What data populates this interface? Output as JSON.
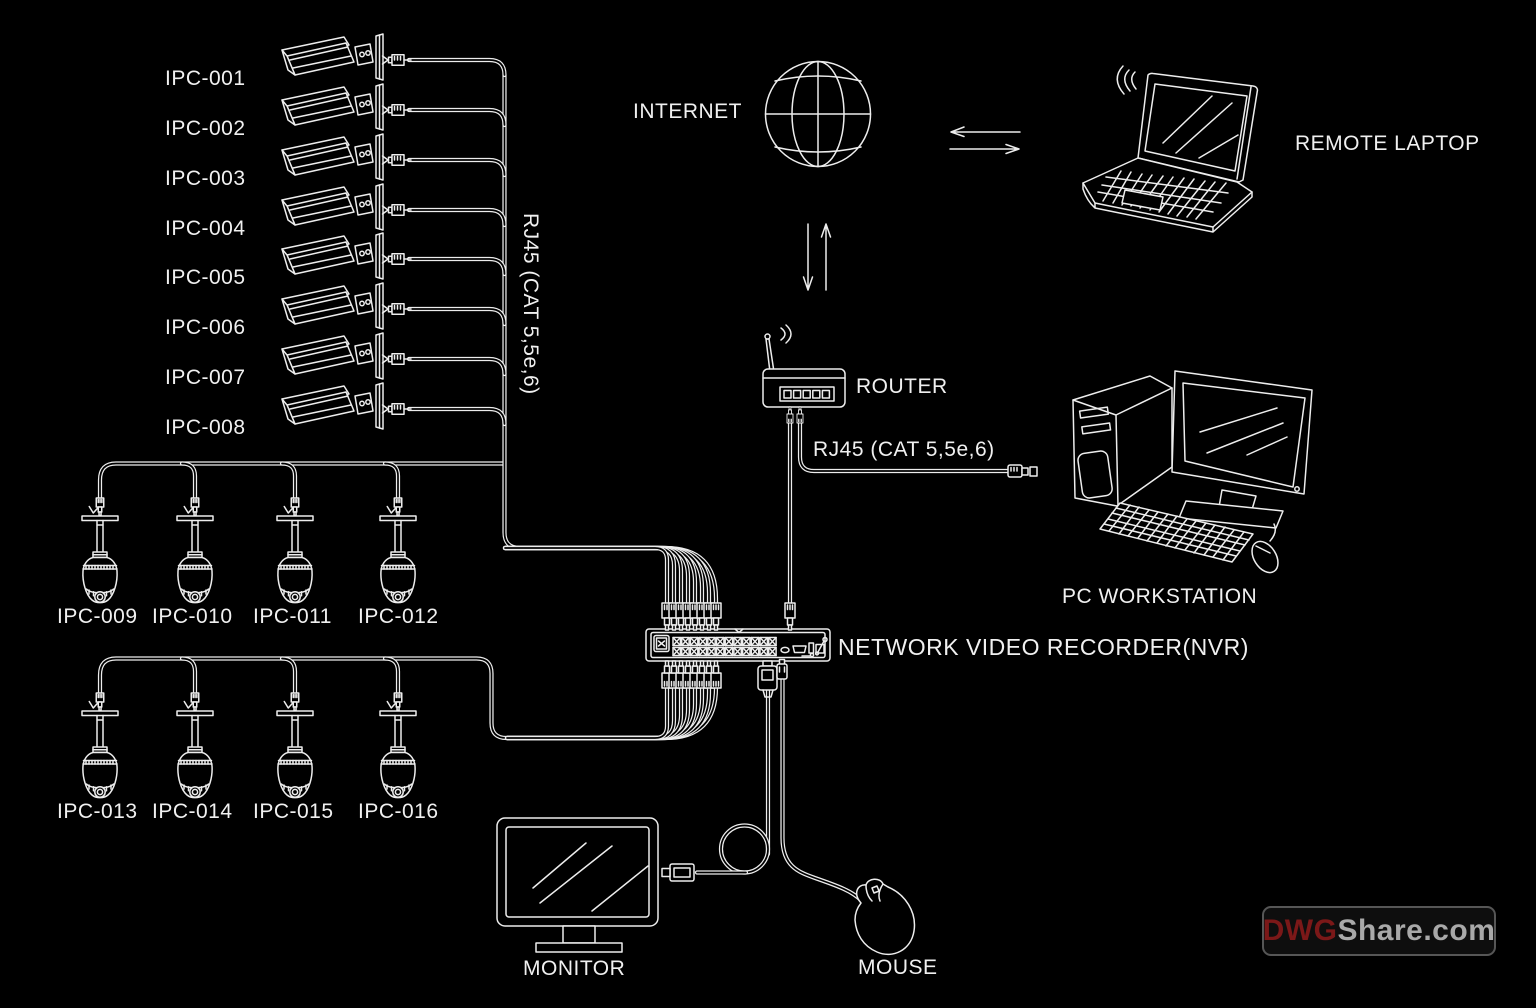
{
  "labels": {
    "bullet": [
      "IPC-001",
      "IPC-002",
      "IPC-003",
      "IPC-004",
      "IPC-005",
      "IPC-006",
      "IPC-007",
      "IPC-008"
    ],
    "dome_row1": [
      "IPC-009",
      "IPC-010",
      "IPC-011",
      "IPC-012"
    ],
    "dome_row2": [
      "IPC-013",
      "IPC-014",
      "IPC-015",
      "IPC-016"
    ],
    "internet": "INTERNET",
    "remote_laptop": "REMOTE LAPTOP",
    "router": "ROUTER",
    "rj45_trunk": "RJ45 (CAT 5,5e,6)",
    "rj45_router": "RJ45 (CAT 5,5e,6)",
    "nvr": "NETWORK VIDEO RECORDER(NVR)",
    "pc_workstation": "PC WORKSTATION",
    "monitor": "MONITOR",
    "mouse": "MOUSE"
  },
  "watermark": {
    "prefix": "DWG",
    "suffix": "Share.com"
  },
  "colors": {
    "background": "#000000",
    "line": "#ededed",
    "text": "#f0f0f0",
    "watermark_red": "#7b1818",
    "watermark_gray": "#a9a9a9",
    "watermark_border": "#565656"
  }
}
